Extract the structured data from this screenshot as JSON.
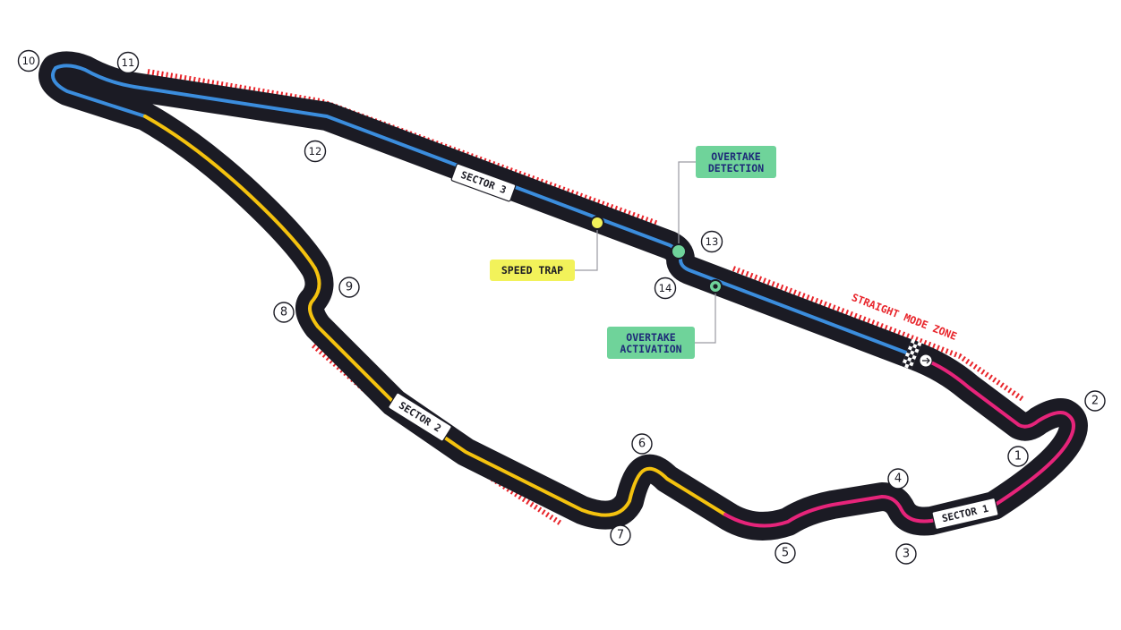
{
  "colors": {
    "track": "#1b1b24",
    "sector1": "#e6247a",
    "sector2": "#f4c20f",
    "sector3": "#3b8ddd",
    "straight_mode_zone": "#e8242a",
    "speed_trap": "#f2f25a",
    "overtake": "#6fd39a"
  },
  "turns": [
    {
      "id": "turn-1",
      "label": "1"
    },
    {
      "id": "turn-2",
      "label": "2"
    },
    {
      "id": "turn-3",
      "label": "3"
    },
    {
      "id": "turn-4",
      "label": "4"
    },
    {
      "id": "turn-5",
      "label": "5"
    },
    {
      "id": "turn-6",
      "label": "6"
    },
    {
      "id": "turn-7",
      "label": "7"
    },
    {
      "id": "turn-8",
      "label": "8"
    },
    {
      "id": "turn-9",
      "label": "9"
    },
    {
      "id": "turn-10",
      "label": "10"
    },
    {
      "id": "turn-11",
      "label": "11"
    },
    {
      "id": "turn-12",
      "label": "12"
    },
    {
      "id": "turn-13",
      "label": "13"
    },
    {
      "id": "turn-14",
      "label": "14"
    }
  ],
  "sectors": {
    "sector1": "SECTOR 1",
    "sector2": "SECTOR 2",
    "sector3": "SECTOR 3"
  },
  "callouts": {
    "speed_trap": "SPEED TRAP",
    "overtake_detection": [
      "OVERTAKE",
      "DETECTION"
    ],
    "overtake_activation": [
      "OVERTAKE",
      "ACTIVATION"
    ],
    "straight_mode_zone": "STRAIGHT MODE ZONE"
  },
  "icons": {
    "start_finish": "checkered-flag-icon",
    "direction": "direction-arrow-icon"
  }
}
